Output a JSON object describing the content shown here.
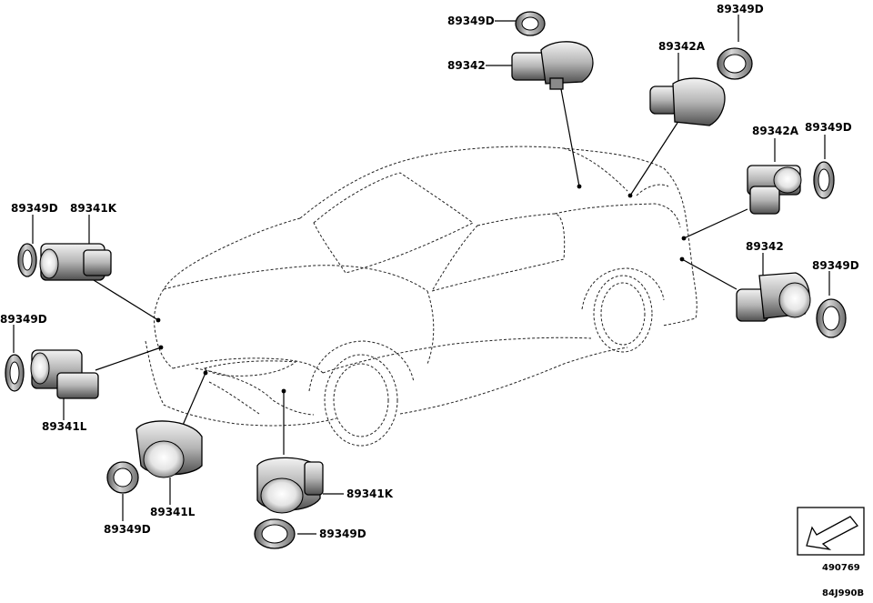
{
  "callouts": [
    {
      "id": "c1",
      "text": "89349D"
    },
    {
      "id": "c2",
      "text": "89342"
    },
    {
      "id": "c3",
      "text": "89349D"
    },
    {
      "id": "c4",
      "text": "89342A"
    },
    {
      "id": "c5",
      "text": "89342A"
    },
    {
      "id": "c6",
      "text": "89349D"
    },
    {
      "id": "c7",
      "text": "89342"
    },
    {
      "id": "c8",
      "text": "89349D"
    },
    {
      "id": "c9",
      "text": "89349D"
    },
    {
      "id": "c10",
      "text": "89341K"
    },
    {
      "id": "c11",
      "text": "89349D"
    },
    {
      "id": "c12",
      "text": "89341L"
    },
    {
      "id": "c13",
      "text": "89341L"
    },
    {
      "id": "c14",
      "text": "89349D"
    },
    {
      "id": "c15",
      "text": "89341K"
    },
    {
      "id": "c16",
      "text": "89349D"
    }
  ],
  "footer": {
    "diagram_code": "490769",
    "page_code": "84J990B"
  },
  "icons": {
    "front_arrow": "front-direction-arrow-icon"
  }
}
